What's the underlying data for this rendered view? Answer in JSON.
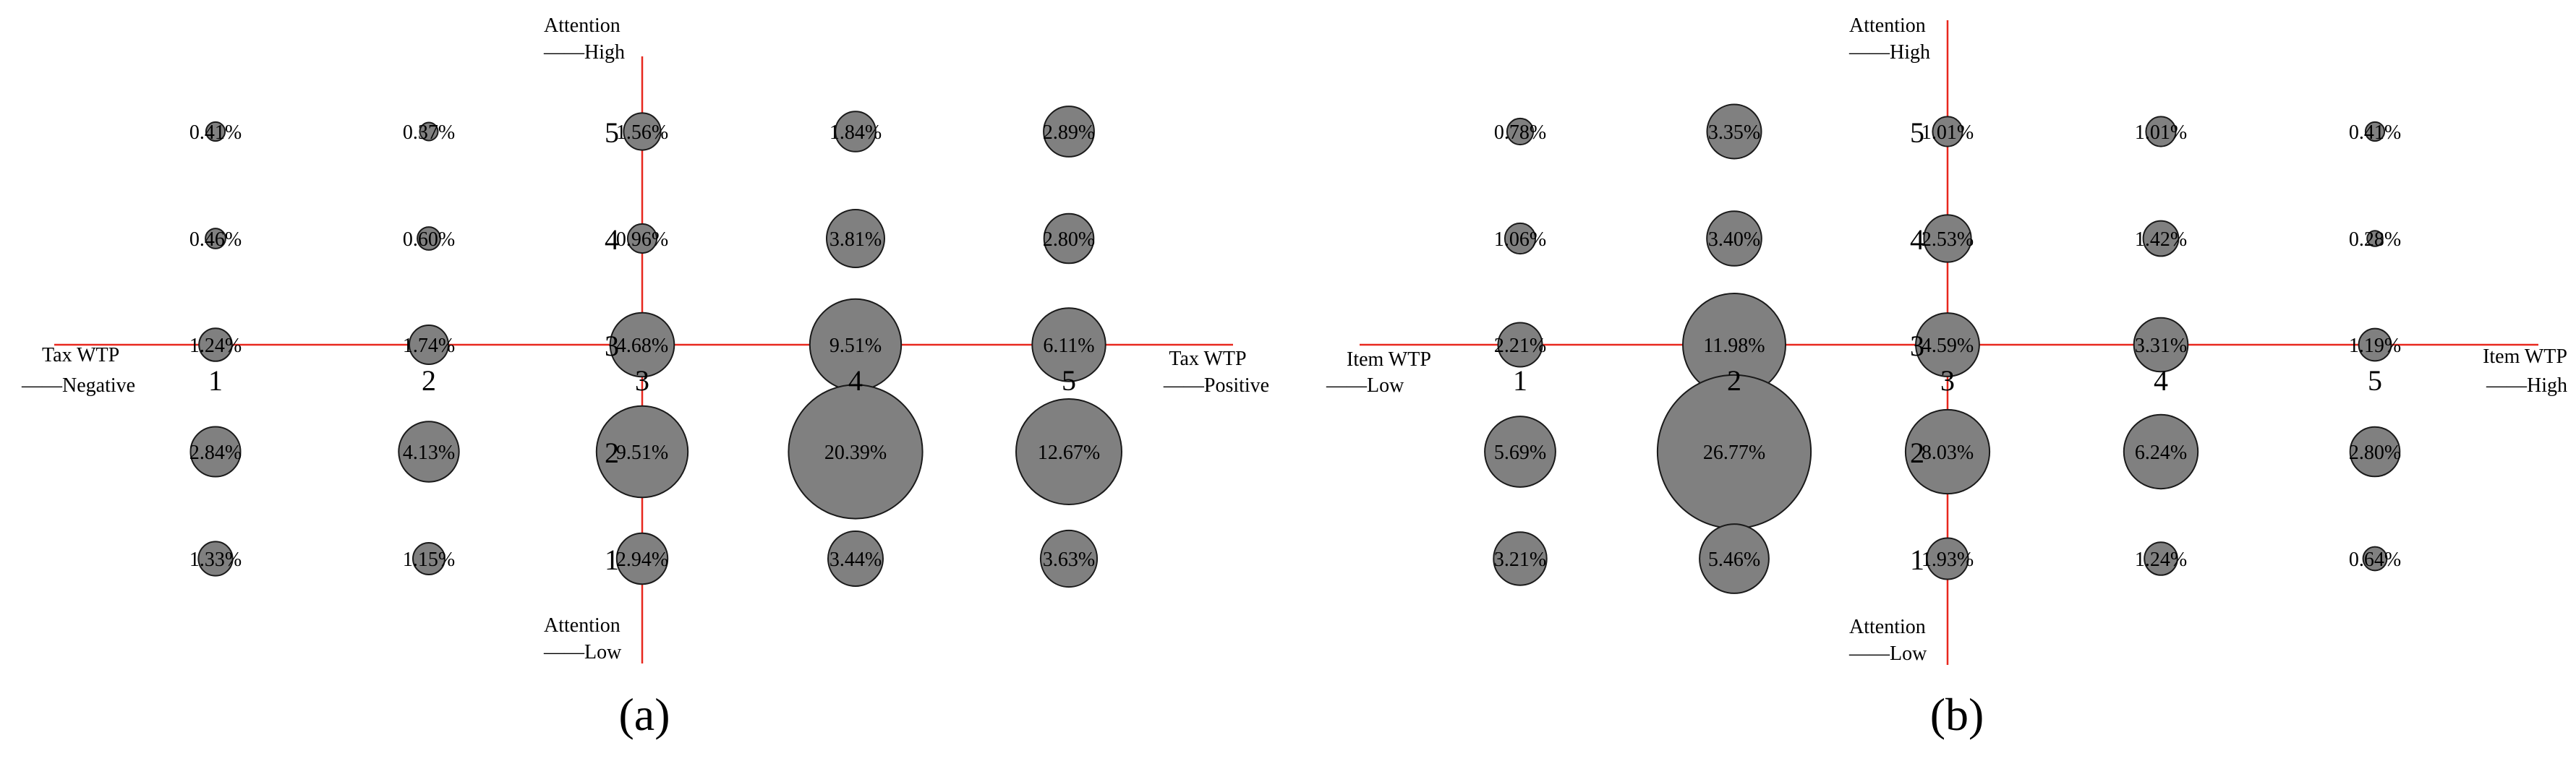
{
  "chart_data": [
    {
      "type": "scatter",
      "panel_label": "(a)",
      "x_categories": [
        1,
        2,
        3,
        4,
        5
      ],
      "y_categories": [
        1,
        2,
        3,
        4,
        5
      ],
      "xlim": [
        1,
        5
      ],
      "ylim": [
        1,
        5
      ],
      "grid": false,
      "x_axis_left_label": [
        "Tax WTP",
        "——Negative"
      ],
      "x_axis_right_label": [
        "Tax WTP",
        "——Positive"
      ],
      "y_axis_top_label": [
        "Attention",
        "——High"
      ],
      "y_axis_bottom_label": [
        "Attention",
        "——Low"
      ],
      "points": [
        {
          "x": 1,
          "y": 5,
          "value": 0.41,
          "label": "0.41%"
        },
        {
          "x": 2,
          "y": 5,
          "value": 0.37,
          "label": "0.37%"
        },
        {
          "x": 3,
          "y": 5,
          "value": 1.56,
          "label": "1.56%"
        },
        {
          "x": 4,
          "y": 5,
          "value": 1.84,
          "label": "1.84%"
        },
        {
          "x": 5,
          "y": 5,
          "value": 2.89,
          "label": "2.89%"
        },
        {
          "x": 1,
          "y": 4,
          "value": 0.46,
          "label": "0.46%"
        },
        {
          "x": 2,
          "y": 4,
          "value": 0.6,
          "label": "0.60%"
        },
        {
          "x": 3,
          "y": 4,
          "value": 0.96,
          "label": "0.96%"
        },
        {
          "x": 4,
          "y": 4,
          "value": 3.81,
          "label": "3.81%"
        },
        {
          "x": 5,
          "y": 4,
          "value": 2.8,
          "label": "2.80%"
        },
        {
          "x": 1,
          "y": 3,
          "value": 1.24,
          "label": "1.24%"
        },
        {
          "x": 2,
          "y": 3,
          "value": 1.74,
          "label": "1.74%"
        },
        {
          "x": 3,
          "y": 3,
          "value": 4.68,
          "label": "4.68%"
        },
        {
          "x": 4,
          "y": 3,
          "value": 9.51,
          "label": "9.51%"
        },
        {
          "x": 5,
          "y": 3,
          "value": 6.11,
          "label": "6.11%"
        },
        {
          "x": 1,
          "y": 2,
          "value": 2.84,
          "label": "2.84%"
        },
        {
          "x": 2,
          "y": 2,
          "value": 4.13,
          "label": "4.13%"
        },
        {
          "x": 3,
          "y": 2,
          "value": 9.51,
          "label": "9.51%"
        },
        {
          "x": 4,
          "y": 2,
          "value": 20.39,
          "label": "20.39%"
        },
        {
          "x": 5,
          "y": 2,
          "value": 12.67,
          "label": "12.67%"
        },
        {
          "x": 1,
          "y": 1,
          "value": 1.33,
          "label": "1.33%"
        },
        {
          "x": 2,
          "y": 1,
          "value": 1.15,
          "label": "1.15%"
        },
        {
          "x": 3,
          "y": 1,
          "value": 2.94,
          "label": "2.94%"
        },
        {
          "x": 4,
          "y": 1,
          "value": 3.44,
          "label": "3.44%"
        },
        {
          "x": 5,
          "y": 1,
          "value": 3.63,
          "label": "3.63%"
        }
      ]
    },
    {
      "type": "scatter",
      "panel_label": "(b)",
      "x_categories": [
        1,
        2,
        3,
        4,
        5
      ],
      "y_categories": [
        1,
        2,
        3,
        4,
        5
      ],
      "xlim": [
        1,
        5
      ],
      "ylim": [
        1,
        5
      ],
      "grid": false,
      "x_axis_left_label": [
        "Item WTP",
        "——Low"
      ],
      "x_axis_right_label": [
        "Item WTP",
        "——High"
      ],
      "y_axis_top_label": [
        "Attention",
        "——High"
      ],
      "y_axis_bottom_label": [
        "Attention",
        "——Low"
      ],
      "points": [
        {
          "x": 1,
          "y": 5,
          "value": 0.78,
          "label": "0.78%"
        },
        {
          "x": 2,
          "y": 5,
          "value": 3.35,
          "label": "3.35%"
        },
        {
          "x": 3,
          "y": 5,
          "value": 1.01,
          "label": "1.01%"
        },
        {
          "x": 4,
          "y": 5,
          "value": 1.01,
          "label": "1.01%"
        },
        {
          "x": 5,
          "y": 5,
          "value": 0.41,
          "label": "0.41%"
        },
        {
          "x": 1,
          "y": 4,
          "value": 1.06,
          "label": "1.06%"
        },
        {
          "x": 2,
          "y": 4,
          "value": 3.4,
          "label": "3.40%"
        },
        {
          "x": 3,
          "y": 4,
          "value": 2.53,
          "label": "2.53%"
        },
        {
          "x": 4,
          "y": 4,
          "value": 1.42,
          "label": "1.42%"
        },
        {
          "x": 5,
          "y": 4,
          "value": 0.28,
          "label": "0.28%"
        },
        {
          "x": 1,
          "y": 3,
          "value": 2.21,
          "label": "2.21%"
        },
        {
          "x": 2,
          "y": 3,
          "value": 11.98,
          "label": "11.98%"
        },
        {
          "x": 3,
          "y": 3,
          "value": 4.59,
          "label": "4.59%"
        },
        {
          "x": 4,
          "y": 3,
          "value": 3.31,
          "label": "3.31%"
        },
        {
          "x": 5,
          "y": 3,
          "value": 1.19,
          "label": "1.19%"
        },
        {
          "x": 1,
          "y": 2,
          "value": 5.69,
          "label": "5.69%"
        },
        {
          "x": 2,
          "y": 2,
          "value": 26.77,
          "label": "26.77%"
        },
        {
          "x": 3,
          "y": 2,
          "value": 8.03,
          "label": "8.03%"
        },
        {
          "x": 4,
          "y": 2,
          "value": 6.24,
          "label": "6.24%"
        },
        {
          "x": 5,
          "y": 2,
          "value": 2.8,
          "label": "2.80%"
        },
        {
          "x": 1,
          "y": 1,
          "value": 3.21,
          "label": "3.21%"
        },
        {
          "x": 2,
          "y": 1,
          "value": 5.46,
          "label": "5.46%"
        },
        {
          "x": 3,
          "y": 1,
          "value": 1.93,
          "label": "1.93%"
        },
        {
          "x": 4,
          "y": 1,
          "value": 1.24,
          "label": "1.24%"
        },
        {
          "x": 5,
          "y": 1,
          "value": 0.64,
          "label": "0.64%"
        }
      ]
    }
  ]
}
